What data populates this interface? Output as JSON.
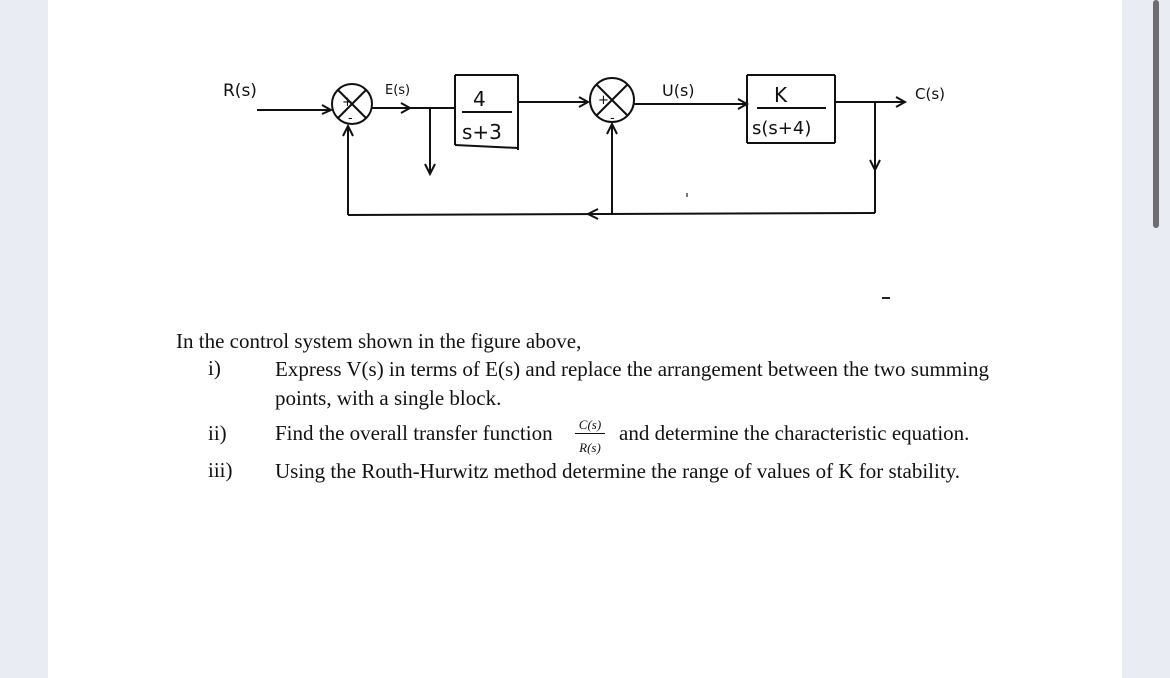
{
  "diagram": {
    "labels": {
      "r": "R(s)",
      "e": "E(s)",
      "u": "U(s)",
      "c": "C(s)"
    },
    "block1": {
      "num": "4",
      "den": "s+3"
    },
    "block2": {
      "num": "K",
      "den": "s(s+4)"
    },
    "signs": {
      "plus1": "+",
      "minus1": "-",
      "plus2": "+",
      "minus2": "-"
    }
  },
  "question": {
    "intro": "In the control system shown in the figure above,",
    "items": [
      {
        "num": "i)",
        "line1": "Express V(s) in terms of E(s) and replace the arrangement between the two summing",
        "line2": "points, with a single block."
      },
      {
        "num": "ii)",
        "before": "Find the overall transfer function",
        "frac_num": "C(s)",
        "frac_den": "R(s)",
        "after": "and determine the characteristic equation."
      },
      {
        "num": "iii)",
        "line1": "Using the Routh-Hurwitz method determine the range of values of K for stability."
      }
    ]
  }
}
